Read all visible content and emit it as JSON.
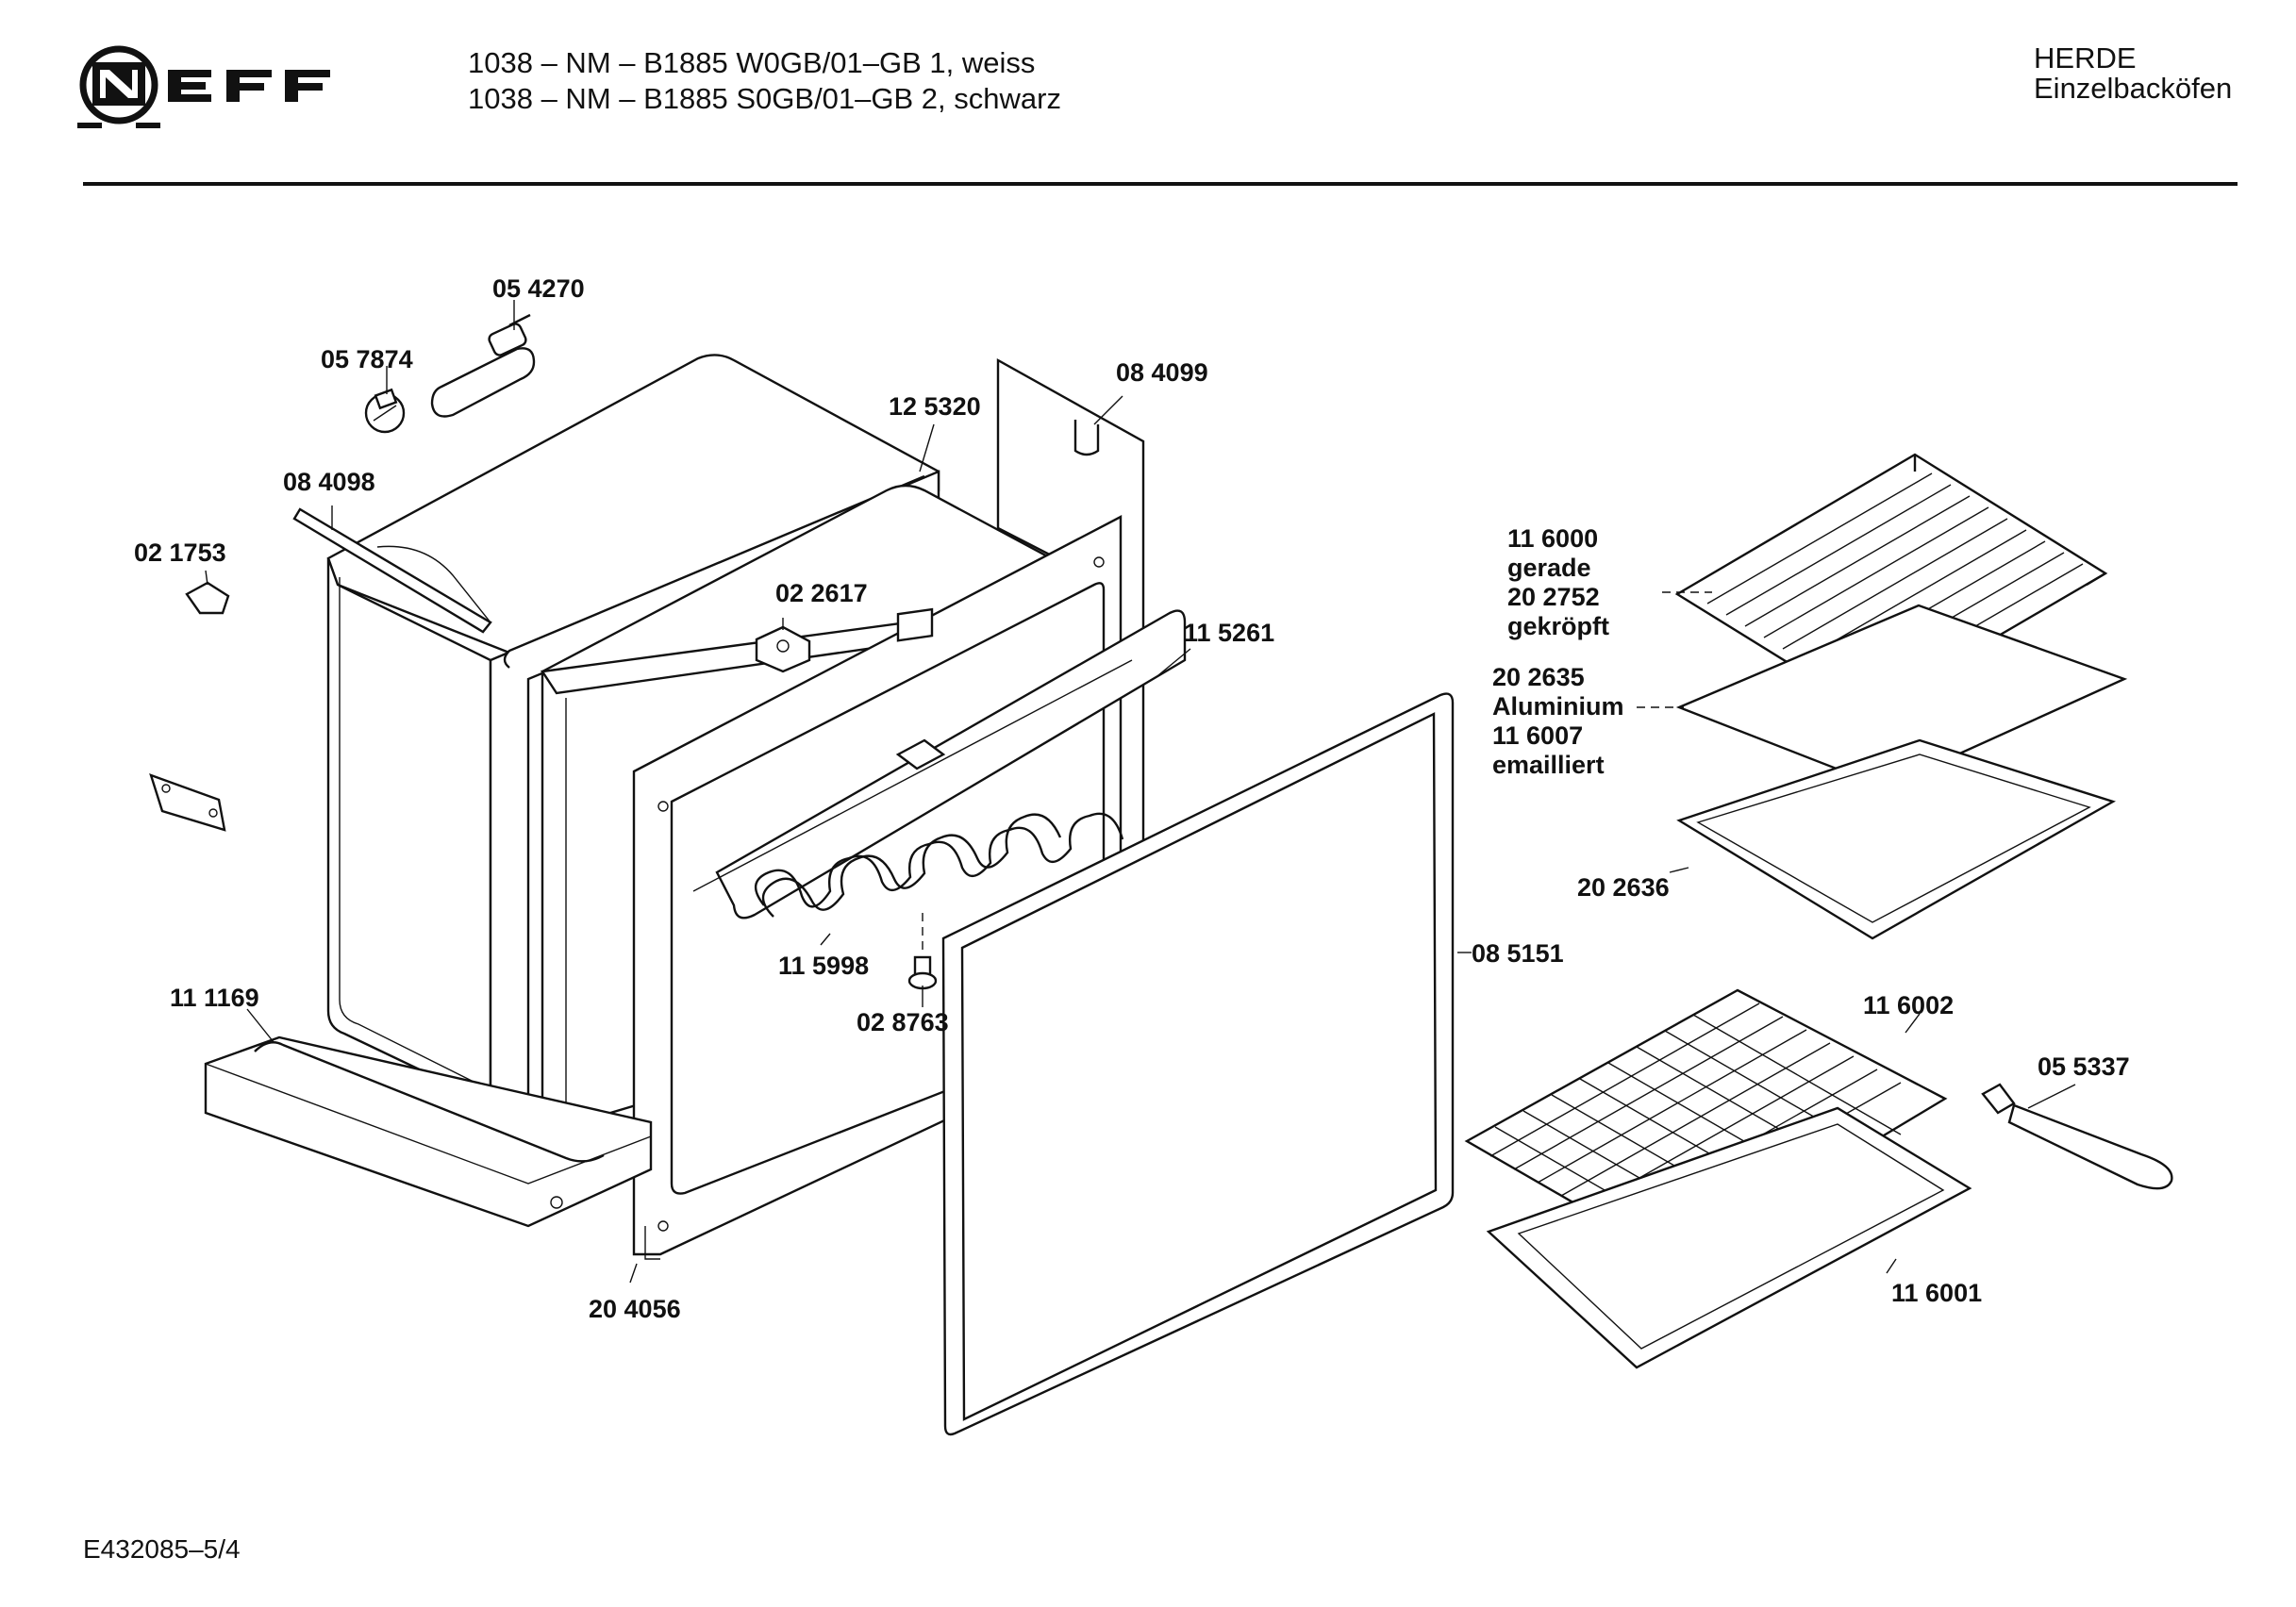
{
  "header": {
    "brand": "NEFF",
    "model_lines": [
      "1038 – NM – B1885 W0GB/01–GB 1, weiss",
      "1038 – NM – B1885  S0GB/01–GB 2, schwarz"
    ],
    "category": "HERDE",
    "subcategory": "Einzelbacköfen"
  },
  "parts": {
    "p054270": "05 4270",
    "p057874": "05 7874",
    "p125320": "12 5320",
    "p084099": "08 4099",
    "p084098": "08 4098",
    "p021753": "02 1753",
    "p022617": "02 2617",
    "p115261": "11 5261",
    "p115998": "11 5998",
    "p028763": "02 8763",
    "p111169": "11 1169",
    "p204056": "20 4056",
    "p085151": "08 5151",
    "p116000": "11 6000",
    "p116000_note": "gerade",
    "p202752": "20 2752",
    "p202752_note": "gekröpft",
    "p202635": "20 2635",
    "p202635_note": "Aluminium",
    "p116007": "11 6007",
    "p116007_note": "emailliert",
    "p202636": "20 2636",
    "p116002": "11 6002",
    "p055337": "05 5337",
    "p116001": "11 6001"
  },
  "footer": {
    "drawing_code": "E432085–5/4"
  }
}
